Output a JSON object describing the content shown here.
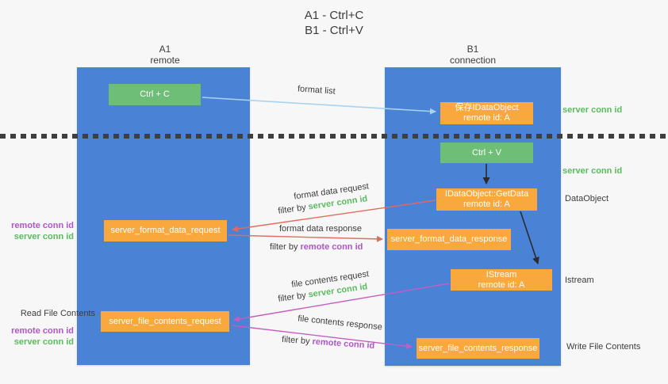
{
  "title": {
    "line1": "A1 - Ctrl+C",
    "line2": "B1 - Ctrl+V"
  },
  "columns": {
    "a1": {
      "name": "A1",
      "subtitle": "remote"
    },
    "b1": {
      "name": "B1",
      "subtitle": "connection"
    }
  },
  "nodes": {
    "ctrl_c": "Ctrl + C",
    "save_idataobject": {
      "line1": "保存IDataObject",
      "line2": "remote id: A"
    },
    "ctrl_v": "Ctrl + V",
    "getdata": {
      "line1": "IDataObject::GetData",
      "line2": "remote id: A"
    },
    "format_request": "server_format_data_request",
    "format_response": "server_format_data_response",
    "istream": {
      "line1": "IStream",
      "line2": "remote id: A"
    },
    "file_request": "server_file_contents_request",
    "file_response": "server_file_contents_response"
  },
  "arrow_labels": {
    "format_list": "format list",
    "format_data_request": "format data request",
    "format_data_response": "format data response",
    "file_contents_request": "file contents request",
    "file_contents_response": "file contents response",
    "filter_by": "filter by",
    "server_conn_id": "server conn id",
    "remote_conn_id": "remote conn id"
  },
  "side_labels": {
    "server_conn_id_top": "server conn id",
    "server_conn_id_mid": "server conn id",
    "dataobject": "DataObject",
    "istream": "Istream",
    "write_file_contents": "Write File Contents",
    "read_file_contents": "Read File Contents",
    "remote_conn_id_1": "remote conn id",
    "server_conn_id_1": "server conn id",
    "remote_conn_id_2": "remote conn id",
    "server_conn_id_2": "server conn id"
  },
  "colors": {
    "column_blue": "#4a82d6",
    "box_green": "#6fbe77",
    "box_orange": "#f9a83d",
    "text_green": "#5bbb5e",
    "text_purple": "#b055c8",
    "arrow_lightblue": "#a8d2ee",
    "arrow_red": "#e56a5d",
    "arrow_magenta": "#c45ec0",
    "arrow_black": "#2b2b2b",
    "background": "#f7f7f8"
  }
}
